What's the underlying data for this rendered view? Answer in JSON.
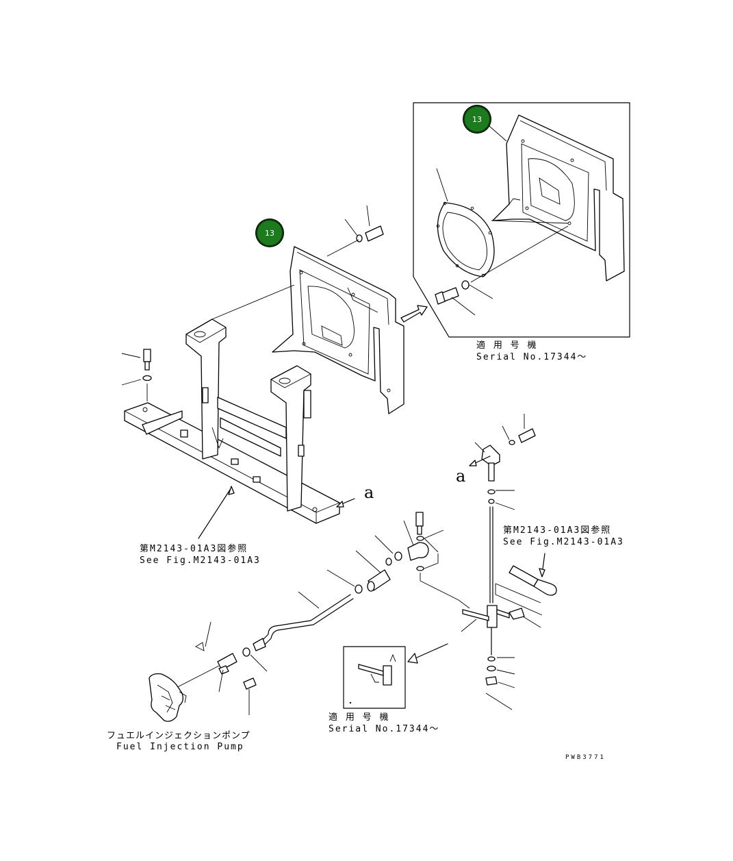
{
  "callouts": [
    {
      "number": "13"
    },
    {
      "number": "13"
    }
  ],
  "letters": {
    "a_main": "a",
    "a_bracket": "a"
  },
  "notes": {
    "serial_top_jp": "適 用 号 機",
    "serial_top_en": "Serial No.17344～",
    "serial_bottom_jp": "適 用 号 機",
    "serial_bottom_en": "Serial No.17344～",
    "see_fig_left_jp": "第M2143-01A3図参照",
    "see_fig_left_en": "See Fig.M2143-01A3",
    "see_fig_right_jp": "第M2143-01A3図参照",
    "see_fig_right_en": "See Fig.M2143-01A3",
    "fuel_pump_jp": "フュエルインジェクションポンプ",
    "fuel_pump_en": "Fuel Injection Pump",
    "drawing_code": "PWB3771"
  }
}
